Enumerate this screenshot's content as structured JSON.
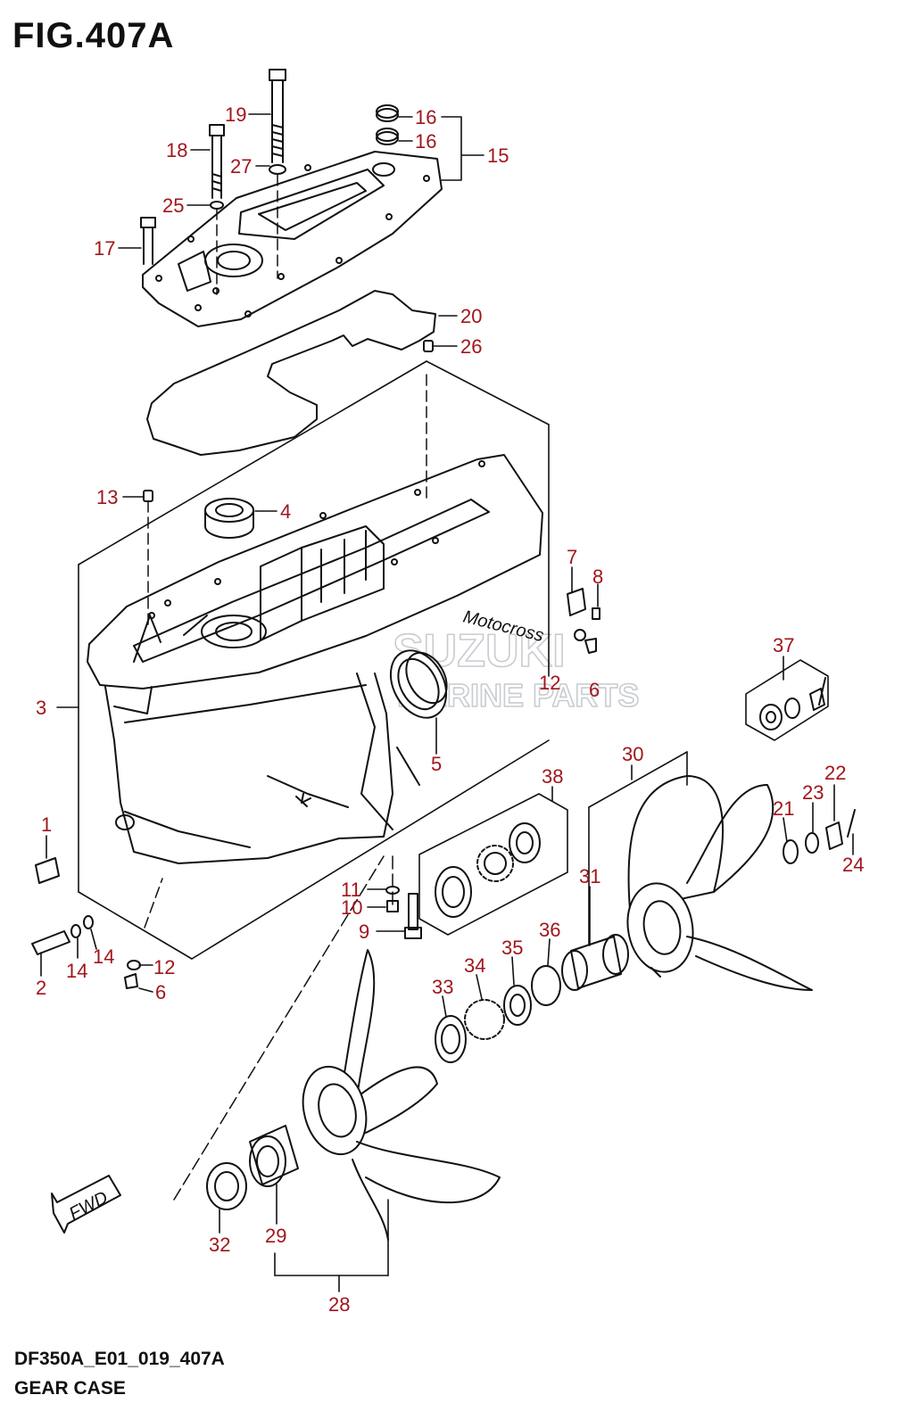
{
  "figure": {
    "title": "FIG.407A",
    "code": "DF350A_E01_019_407A",
    "name": "GEAR CASE"
  },
  "watermark": {
    "brand": "SUZUKI",
    "sub": "MARINE PARTS"
  },
  "case_mark": "Motocross",
  "fwd_label": "FWD",
  "callout_color": "#a0161c",
  "callouts": [
    {
      "id": "c19",
      "text": "19"
    },
    {
      "id": "c16a",
      "text": "16"
    },
    {
      "id": "c16b",
      "text": "16"
    },
    {
      "id": "c15",
      "text": "15"
    },
    {
      "id": "c18",
      "text": "18"
    },
    {
      "id": "c27",
      "text": "27"
    },
    {
      "id": "c25",
      "text": "25"
    },
    {
      "id": "c17",
      "text": "17"
    },
    {
      "id": "c20",
      "text": "20"
    },
    {
      "id": "c26",
      "text": "26"
    },
    {
      "id": "c13",
      "text": "13"
    },
    {
      "id": "c4",
      "text": "4"
    },
    {
      "id": "c7",
      "text": "7"
    },
    {
      "id": "c8",
      "text": "8"
    },
    {
      "id": "c37",
      "text": "37"
    },
    {
      "id": "c12a",
      "text": "12"
    },
    {
      "id": "c6a",
      "text": "6"
    },
    {
      "id": "c3",
      "text": "3"
    },
    {
      "id": "c5",
      "text": "5"
    },
    {
      "id": "c38",
      "text": "38"
    },
    {
      "id": "c30",
      "text": "30"
    },
    {
      "id": "c22",
      "text": "22"
    },
    {
      "id": "c23",
      "text": "23"
    },
    {
      "id": "c21",
      "text": "21"
    },
    {
      "id": "c24",
      "text": "24"
    },
    {
      "id": "c1",
      "text": "1"
    },
    {
      "id": "c31",
      "text": "31"
    },
    {
      "id": "c11",
      "text": "11"
    },
    {
      "id": "c10",
      "text": "10"
    },
    {
      "id": "c9",
      "text": "9"
    },
    {
      "id": "c36",
      "text": "36"
    },
    {
      "id": "c35",
      "text": "35"
    },
    {
      "id": "c34",
      "text": "34"
    },
    {
      "id": "c33",
      "text": "33"
    },
    {
      "id": "c2",
      "text": "2"
    },
    {
      "id": "c14a",
      "text": "14"
    },
    {
      "id": "c14b",
      "text": "14"
    },
    {
      "id": "c12b",
      "text": "12"
    },
    {
      "id": "c6b",
      "text": "6"
    },
    {
      "id": "c32",
      "text": "32"
    },
    {
      "id": "c29",
      "text": "29"
    },
    {
      "id": "c28",
      "text": "28"
    }
  ]
}
